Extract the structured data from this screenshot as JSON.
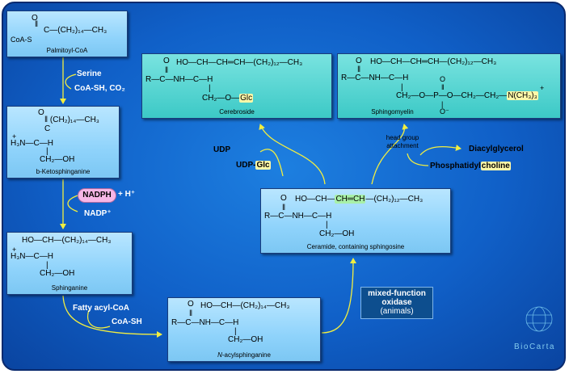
{
  "molecules": {
    "palmitoyl_coa": {
      "caption": "Palmitoyl-CoA",
      "o": "O",
      "coa": "CoA-S",
      "chain": "(CH₂)₁₄—CH₃"
    },
    "ketosphinganine": {
      "caption": "b-Ketosphinganine",
      "o": "O",
      "chain": "(CH₂)₁₄—CH₃",
      "amine": "H₃N—C—H",
      "plus": "+",
      "ch2oh": "CH₂—OH"
    },
    "sphinganine": {
      "caption": "Sphinganine",
      "top": "HO—CH—(CH₂)₁₄—CH₃",
      "amine": "H₃N—C—H",
      "plus": "+",
      "ch2oh": "CH₂—OH"
    },
    "n_acylsphinganine": {
      "caption_italic": "N",
      "caption_rest": "-acylsphinganine",
      "o": "O",
      "top": "HO—CH—(CH₂)₁₄—CH₃",
      "mid": "R—C—NH—C—H",
      "ch2oh": "CH₂—OH"
    },
    "ceramide": {
      "caption": "Ceramide, containing sphingosine",
      "o": "O",
      "top_a": "HO—CH—",
      "top_db": "CH═CH",
      "top_b": "—(CH₂)₁₂—CH₃",
      "mid": "R—C—NH—C—H",
      "ch2oh": "CH₂—OH"
    },
    "cerebroside": {
      "caption": "Cerebroside",
      "o": "O",
      "top": "HO—CH—CH═CH—(CH₂)₁₂—CH₃",
      "mid": "R—C—NH—C—H",
      "bottom": "CH₂—O—",
      "glc": "Glc"
    },
    "sphingomyelin": {
      "caption": "Sphingomyelin",
      "o": "O",
      "top": "HO—CH—CH═CH—(CH₂)₁₂—CH₃",
      "mid": "R—C—NH—C—H",
      "bottom": "CH₂—O—P—O—CH₂—CH₂—",
      "choline": "N(CH₃)₃",
      "p_o": "O",
      "p_neg": "O⁻",
      "plus": "+"
    }
  },
  "reagents": {
    "serine": "Serine",
    "coa_sh_co2": "CoA-SH, CO₂",
    "nadph": "NADPH",
    "h_plus": "+ H⁺",
    "nadp": "NADP⁺",
    "fatty_acyl_coa": "Fatty acyl-CoA",
    "coa_sh": "CoA-SH",
    "udp": "UDP",
    "udp_glc_a": "UDP-",
    "udp_glc_b": "Glc",
    "head_group_a": "head group",
    "head_group_b": "attachment",
    "diacylglycerol": "Diacylglycerol",
    "phosphatidyl": "Phosphatidyl",
    "choline": "choline"
  },
  "enzyme": {
    "line1": "mixed-function",
    "line2": "oxidase",
    "line3": "(animals)"
  },
  "logo": "BioCarta",
  "colors": {
    "background": "#1060c8",
    "box": "#8fd3fb",
    "teal_box": "#3cc9c6",
    "arrow": "#f2ee40",
    "highlight": "#fff8a8",
    "nadph": "#f6b6e6"
  }
}
